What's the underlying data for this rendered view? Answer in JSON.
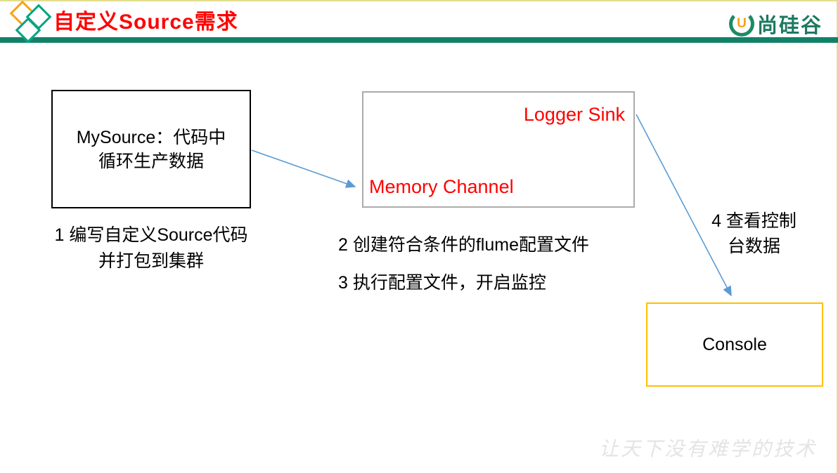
{
  "header": {
    "title": "自定义Source需求",
    "brand": {
      "name": "尚硅谷",
      "u_letter": "U"
    }
  },
  "diagram": {
    "source_box": {
      "line1": "MySource：代码中",
      "line2": "循环生产数据"
    },
    "channel_box": {
      "logger_sink": "Logger Sink",
      "memory_channel": "Memory Channel"
    },
    "console_box": {
      "label": "Console"
    },
    "steps": [
      {
        "line1": "1 编写自定义Source代码",
        "line2": "并打包到集群"
      },
      {
        "text": "2 创建符合条件的flume配置文件"
      },
      {
        "text": "3 执行配置文件，开启监控"
      },
      {
        "line1": "4 查看控制",
        "line2": "台数据"
      }
    ]
  },
  "watermark": "让天下没有难学的技术",
  "colors": {
    "title_red": "#FF0000",
    "label_red": "#FF0000",
    "arrow_blue": "#5B9BD5",
    "console_border_orange": "#FFC000",
    "channel_border_gray": "#ABABAB",
    "source_border_black": "#000000",
    "header_bar_teal": "#12816A",
    "brand_green": "#1D7A5F",
    "diamond_orange": "#F5A31A",
    "diamond_teal": "#00A37E",
    "edge_yellow": "#E3DD8E"
  }
}
